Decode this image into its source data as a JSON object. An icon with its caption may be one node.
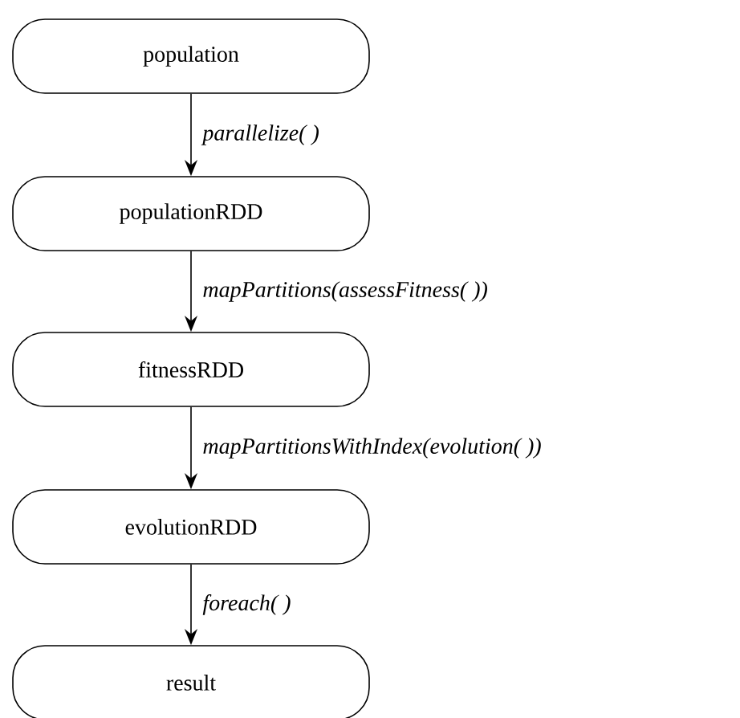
{
  "diagram": {
    "nodes": [
      {
        "text": [
          "population"
        ]
      },
      {
        "text": [
          "populationRDD"
        ]
      },
      {
        "text": [
          "fitnessRDD"
        ]
      },
      {
        "text": [
          "evolutionRDD"
        ]
      },
      {
        "text": [
          "result"
        ]
      }
    ],
    "edges": [
      {
        "from": 0,
        "to": 1,
        "arrow": "to",
        "label": "parallelize( )"
      },
      {
        "from": 1,
        "to": 2,
        "arrow": "to",
        "label": "mapPartitions(assessFitness( ))"
      },
      {
        "from": 2,
        "to": 3,
        "arrow": "to",
        "label": "mapPartitionsWithIndex(evolution( ))"
      },
      {
        "from": 3,
        "to": 4,
        "arrow": "to",
        "label": "foreach( )"
      }
    ]
  }
}
